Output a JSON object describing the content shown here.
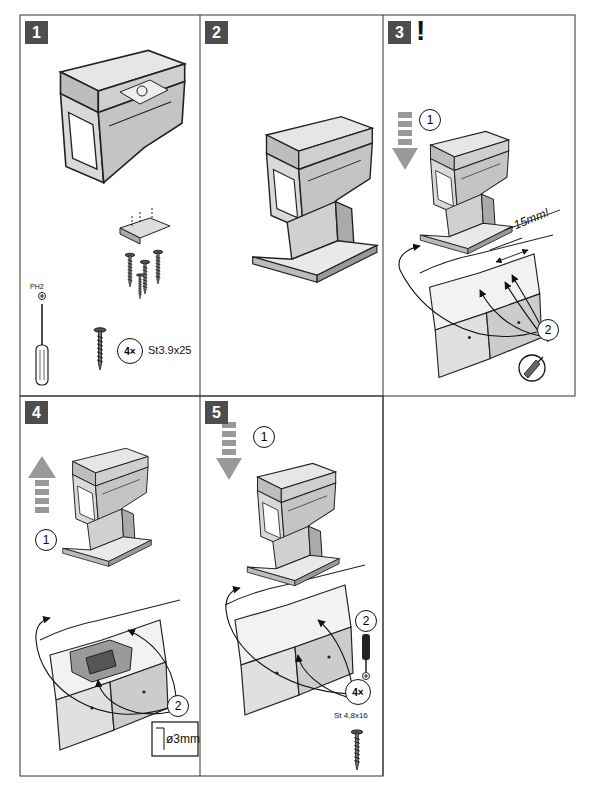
{
  "diagram": {
    "nodes": [
      {
        "text": [
          "1"
        ]
      },
      {
        "text": [
          "4×"
        ]
      },
      {
        "text": [
          "2"
        ]
      },
      {
        "text": [
          "3"
        ]
      },
      {
        "text": [
          "1"
        ]
      },
      {
        "text": [
          "2"
        ]
      },
      {
        "text": [
          "4"
        ]
      },
      {
        "text": [
          "1"
        ]
      },
      {
        "text": [
          "2"
        ]
      },
      {
        "text": [
          "5"
        ]
      },
      {
        "text": [
          "1"
        ]
      },
      {
        "text": [
          "2"
        ]
      },
      {
        "text": [
          "4×"
        ]
      }
    ],
    "labels": [
      "PH2",
      "St3.9x25",
      "!",
      "15mm!",
      "ø3mm",
      "St 4,8x16"
    ]
  }
}
